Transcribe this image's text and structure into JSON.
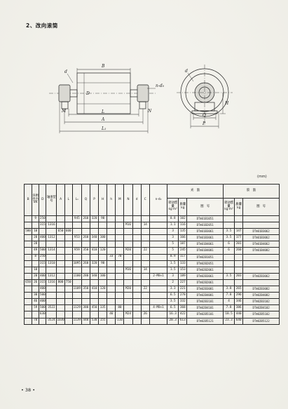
{
  "section_title": "2、改向滚筒",
  "unit_label": "(mm)",
  "page_number": "• 38 •",
  "drawing_labels": {
    "B": "B",
    "M": "M",
    "N": "N",
    "D": "D",
    "Q": "Q",
    "P": "P",
    "H": "H",
    "L": "L",
    "A": "A",
    "L1": "L₁",
    "d": "d",
    "n_d": "n-d₀",
    "dN": "d"
  },
  "table": {
    "header": {
      "B": "B",
      "force": "许用合力 kN",
      "bearing": "轴承型号",
      "D": "D",
      "A": "A",
      "L": "L",
      "L1": "L₁",
      "Q": "Q",
      "P": "P",
      "H": "H",
      "h": "h",
      "M": "M",
      "N": "N",
      "d": "d",
      "C": "C",
      "nd": "n-d₀",
      "smooth": "光　面",
      "rubber": "胶　面",
      "inertia": "转动惯量 kg·m²",
      "mass": "质量 kg",
      "drawing_no": "图　号"
    },
    "rows": [
      [
        "",
        "9",
        "250",
        "",
        "",
        "",
        "945",
        "260",
        "320",
        "90",
        "",
        "",
        "",
        "",
        "",
        "",
        "0.8",
        "102",
        "DTⅡ01B1051",
        "",
        "",
        ""
      ],
      [
        "",
        "",
        "315",
        "1316",
        "",
        "",
        "",
        "",
        "",
        "",
        "",
        "",
        "M16",
        "",
        "14",
        "",
        "1.1",
        "116",
        "DTⅡ01B2051",
        "",
        "",
        ""
      ],
      [
        "500",
        "10",
        "",
        "",
        "650",
        "600",
        "",
        "",
        "",
        "",
        "",
        "",
        "",
        "",
        "",
        "",
        "3",
        "135",
        "DTⅡ01B3061",
        "3.5",
        "147",
        "DTⅡ01B3062"
      ],
      [
        "",
        "20",
        "400",
        "1312",
        "",
        "",
        "953",
        "260",
        "340",
        "100",
        "",
        "",
        "",
        "",
        "",
        "",
        "3",
        "166",
        "DTⅡ01B3061",
        "3.5",
        "177",
        "DTⅡ01B3062"
      ],
      [
        "",
        "28",
        "",
        "",
        "",
        "",
        "",
        "",
        "",
        "",
        "",
        "",
        "",
        "",
        "",
        "",
        "5",
        "187",
        "DTⅡ01B4061",
        "6",
        "201",
        "DTⅡ01B4062"
      ],
      [
        "",
        "49",
        "500",
        "1314",
        "",
        "",
        "959",
        "350",
        "410",
        "120",
        "",
        "",
        "M20",
        "",
        "22",
        "",
        "5",
        "245",
        "DTⅡ01B4081",
        "6",
        "260",
        "DTⅡ01B4082"
      ],
      [
        "",
        "8",
        "250",
        "",
        "",
        "",
        "",
        "",
        "",
        "",
        "33",
        "70",
        "",
        "",
        "",
        "",
        "0.9",
        "117",
        "DTⅡ02B1051",
        "",
        "",
        ""
      ],
      [
        "",
        "",
        "315",
        "1310",
        "",
        "",
        "1095",
        "260",
        "320",
        "90",
        "",
        "",
        "",
        "",
        "",
        "",
        "1.5",
        "133",
        "DTⅡ02B2051",
        "",
        "",
        ""
      ],
      [
        "",
        "10",
        "",
        "",
        "",
        "",
        "",
        "",
        "",
        "",
        "",
        "",
        "M16",
        "",
        "14",
        "",
        "1.5",
        "153",
        "DTⅡ02B2061",
        "",
        "",
        ""
      ],
      [
        "",
        "20",
        "400",
        "1312",
        "",
        "",
        "1100",
        "280",
        "340",
        "100",
        "",
        "",
        "",
        "",
        "",
        "2-M8×1",
        "3",
        "189",
        "DTⅡ02B3061",
        "3.5",
        "203",
        "DTⅡ02B3062"
      ],
      [
        "650",
        "26",
        "315",
        "1316",
        "800",
        "750",
        "",
        "",
        "",
        "",
        "",
        "",
        "",
        "",
        "",
        "",
        "2",
        "227",
        "DTⅡ02B2061",
        "",
        "",
        ""
      ],
      [
        "",
        "",
        "400",
        "",
        "",
        "",
        "1109",
        "350",
        "410",
        "120",
        "",
        "",
        "M20",
        "",
        "22",
        "",
        "3.3",
        "221",
        "DTⅡ02B3081",
        "3.8",
        "265",
        "DTⅡ02B3082"
      ],
      [
        "",
        "30",
        "500",
        "",
        "",
        "",
        "",
        "",
        "",
        "",
        "",
        "",
        "",
        "",
        "",
        "",
        "6.5",
        "278",
        "DTⅡ02B4081",
        "7.8",
        "296",
        "DTⅡ02B4082"
      ],
      [
        "",
        "46",
        "400",
        "",
        "",
        "",
        "",
        "",
        "",
        "",
        "",
        "",
        "",
        "",
        "",
        "",
        "3.5",
        "332",
        "DTⅡ02B3101",
        "4",
        "346",
        "DTⅡ02B3102"
      ],
      [
        "",
        "59",
        "500",
        "3522",
        "",
        "",
        "1129",
        "380",
        "450",
        "135",
        "",
        "80",
        "",
        "",
        "",
        "4-M8×1",
        "6.5",
        "368",
        "DTⅡ02B4101",
        "7.8",
        "386",
        "DTⅡ02B4102"
      ],
      [
        "",
        "",
        "630",
        "",
        "",
        "",
        "",
        "",
        "",
        "",
        "46",
        "",
        "M24",
        "",
        "26",
        "",
        "16.3",
        "422",
        "DTⅡ02B5101",
        "18.5",
        "440",
        "DTⅡ02B5102"
      ],
      [
        "",
        "70",
        "",
        "3524",
        "1030",
        "",
        "1139",
        "440",
        "530",
        "155",
        "",
        "110",
        "",
        "",
        "",
        "",
        "20.3",
        "613",
        "DTⅡ02B5121",
        "23.3",
        "640",
        "DTⅡ02B5122"
      ]
    ]
  }
}
